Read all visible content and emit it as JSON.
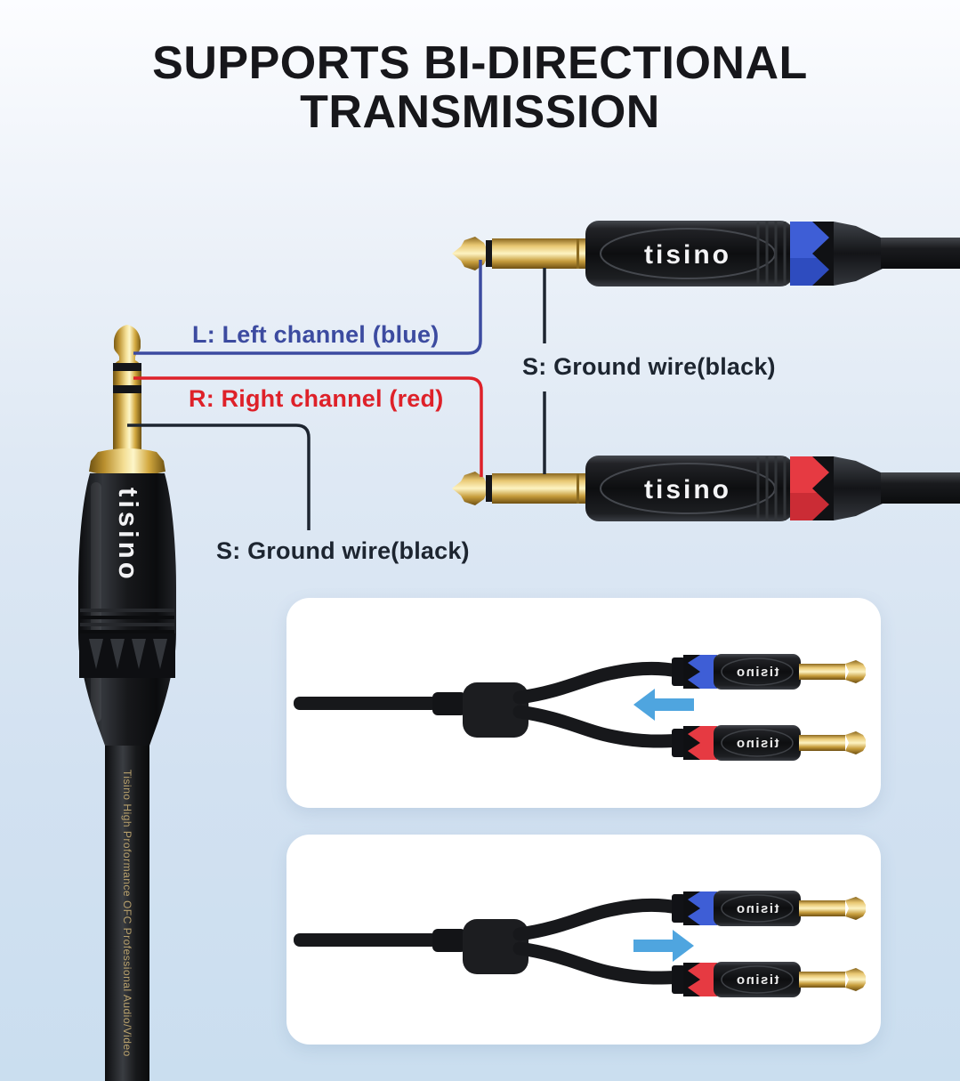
{
  "page": {
    "title": "SUPPORTS BI-DIRECTIONAL TRANSMISSION"
  },
  "brand": {
    "logo": "tisino",
    "cable_print": "Tisino High Proformance OFC Professional Audio/Video"
  },
  "annotations": {
    "left_channel": {
      "label": "L: Left channel (blue)",
      "color": "#3c4ba0"
    },
    "right_channel": {
      "label": "R: Right channel (red)",
      "color": "#de2129"
    },
    "ground_top": {
      "label": "S: Ground wire(black)",
      "color": "#1d2530"
    },
    "ground_left": {
      "label": "S: Ground wire(black)",
      "color": "#1d2530"
    }
  },
  "panels": [
    {
      "arrow_direction": "left"
    },
    {
      "arrow_direction": "right"
    }
  ],
  "colors": {
    "background_top": "#fbfcfe",
    "background_bottom": "#cadeef",
    "panel_white": "#ffffff",
    "title_text": "#17171b",
    "blue_band": "#3e5ed6",
    "red_band": "#e63a42",
    "arrow_blue": "#4fa5df",
    "gold": "#e8c770",
    "cable_black": "#17181b"
  }
}
